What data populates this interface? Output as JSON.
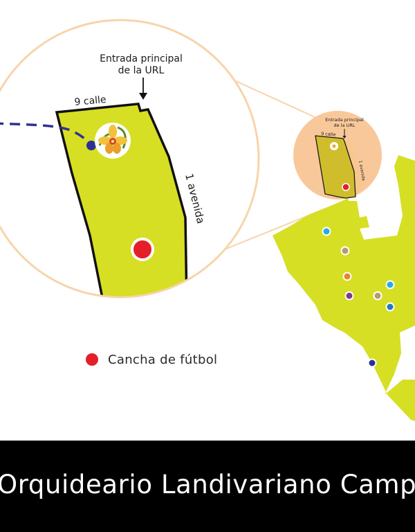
{
  "map": {
    "entrance_label_line1": "Entrada principal",
    "entrance_label_line2": "de la URL",
    "street_label": "9 calle",
    "avenue_label": "1 avenida",
    "small_entrance_line1": "Entrada principal",
    "small_entrance_line2": "de la URL",
    "small_street_label": "9 calle",
    "small_avenue_label": "1 avenida"
  },
  "legend": {
    "label": "Cancha de fútbol",
    "color": "#e51f2a"
  },
  "footer": {
    "title": "Orquideario Landivariano Campus"
  },
  "colors": {
    "campus_fill": "#d6df23",
    "highlight_fill": "#f9c595",
    "zoom_ring": "#f7d4ab",
    "path_dash": "#2e3192",
    "football_field": "#e51f2a",
    "outline": "#111111"
  },
  "icons": [
    "orchid-icon",
    "arrow-down-icon"
  ]
}
